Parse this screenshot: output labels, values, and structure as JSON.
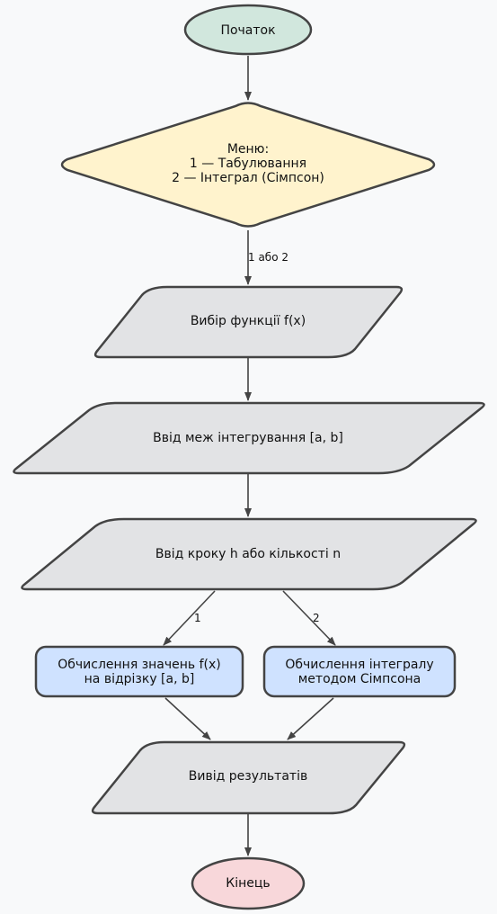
{
  "colors": {
    "background": "#f8f9fa",
    "stroke": "#444444",
    "start": "#d1e7dd",
    "decision": "#fff3cd",
    "io": "#e2e3e5",
    "process": "#cfe2ff",
    "end": "#f8d7da"
  },
  "nodes": {
    "start": "Початок",
    "menu": [
      "Меню:",
      "1 — Табулювання",
      "2 — Інтеграл (Сімпсон)"
    ],
    "choose_function": "Вибір функції f(x)",
    "input_bounds": "Ввід меж інтегрування [a, b]",
    "input_step": "Ввід кроку h або кількості n",
    "tabulate": [
      "Обчислення значень f(x)",
      "на відрізку [a, b]"
    ],
    "simpson": [
      "Обчислення інтегралу",
      "методом Сімпсона"
    ],
    "output": "Вивід результатів",
    "end": "Кінець"
  },
  "edges": {
    "menu_to_function": "1 або 2",
    "to_tabulate": "1",
    "to_simpson": "2"
  }
}
